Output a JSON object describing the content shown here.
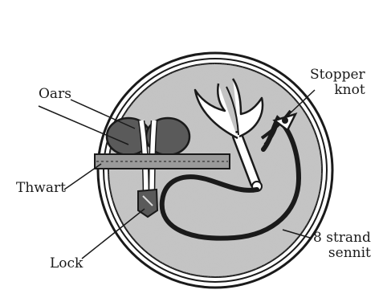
{
  "labels": {
    "oars": "Oars",
    "stopper_line1": "Stopper",
    "stopper_line2": "knot",
    "thwart": "Thwart",
    "lock": "Lock",
    "sennit_line1": "8 strand",
    "sennit_line2": "sennit"
  },
  "colors": {
    "ink": "#1a1a1a",
    "disc_fill": "#bdbdbd",
    "oar_blade": "#555555",
    "paper": "#ffffff"
  }
}
